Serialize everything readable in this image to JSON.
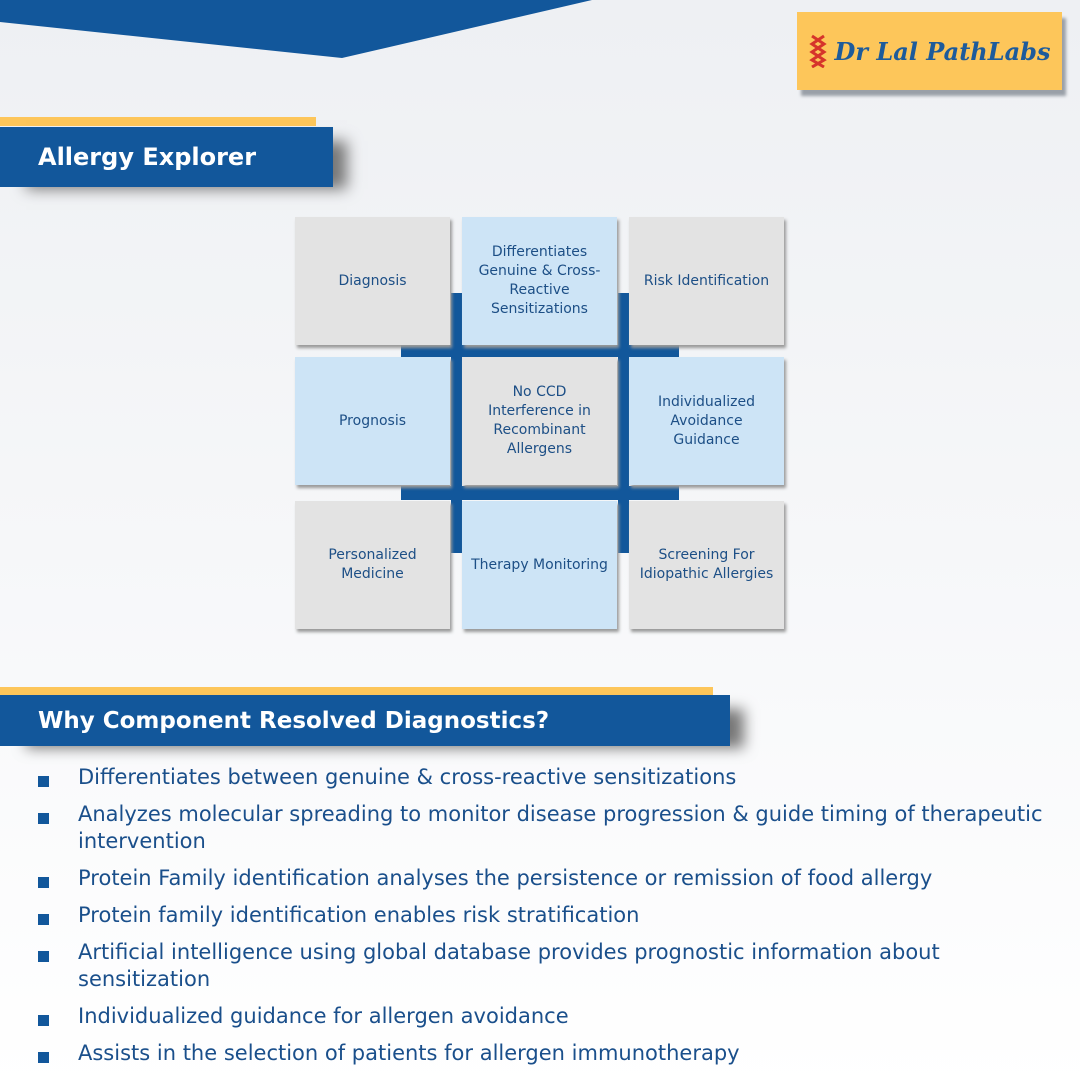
{
  "logo": {
    "text": "Dr Lal PathLabs"
  },
  "section1": {
    "title": "Allergy Explorer"
  },
  "grid": [
    {
      "label": "Diagnosis",
      "style": "gray"
    },
    {
      "label": "Differentiates Genuine & Cross-Reactive Sensitizations",
      "style": "light"
    },
    {
      "label": "Risk Identification",
      "style": "gray"
    },
    {
      "label": "Prognosis",
      "style": "light"
    },
    {
      "label": "No CCD Interference in Recombinant Allergens",
      "style": "gray"
    },
    {
      "label": "Individualized Avoidance Guidance",
      "style": "light"
    },
    {
      "label": "Personalized Medicine",
      "style": "gray"
    },
    {
      "label": "Therapy Monitoring",
      "style": "light"
    },
    {
      "label": "Screening For Idiopathic Allergies",
      "style": "gray"
    }
  ],
  "section2": {
    "title": "Why Component Resolved Diagnostics?"
  },
  "bullets": [
    "Differentiates between genuine & cross-reactive sensitizations",
    "Analyzes molecular spreading to monitor disease progression & guide timing of therapeutic intervention",
    "Protein Family identification analyses the persistence or remission of food allergy",
    "Protein family identification enables risk stratification",
    "Artificial intelligence using global database provides prognostic information about sensitization",
    "Individualized guidance for allergen avoidance",
    "Assists in the selection of patients for allergen immunotherapy"
  ]
}
